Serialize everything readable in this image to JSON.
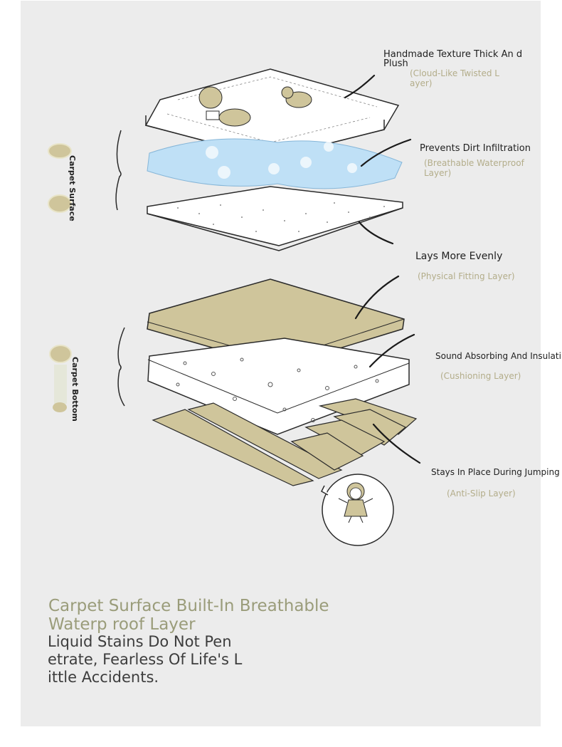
{
  "colors": {
    "panel": "#ececec",
    "tan": "#cfc59b",
    "blue": "#bfe0f6",
    "label_sub": "#b3ad8a",
    "headline": "#9a9c7a"
  },
  "side_labels": {
    "top": "Carpet Surface",
    "bottom": "Carpet Bottom"
  },
  "layers": [
    {
      "title": "Handmade Texture Thick An d Plush",
      "subtitle": "(Cloud-Like Twisted L ayer)"
    },
    {
      "title": "Prevents Dirt Infiltration",
      "subtitle": "(Breathable Waterproof Layer)"
    },
    {
      "title": "Lays More Evenly",
      "subtitle": "(Physical Fitting Layer)"
    },
    {
      "title": "Sound Absorbing And Insulating",
      "subtitle": "(Cushioning Layer)"
    },
    {
      "title": "Stays In Place During Jumping",
      "subtitle": "(Anti-Slip Layer)"
    }
  ],
  "headline": "Carpet Surface Built-In Breathable Waterp roof Layer",
  "body_text": "Liquid Stains Do Not Pen etrate, Fearless Of Life's L ittle Accidents."
}
